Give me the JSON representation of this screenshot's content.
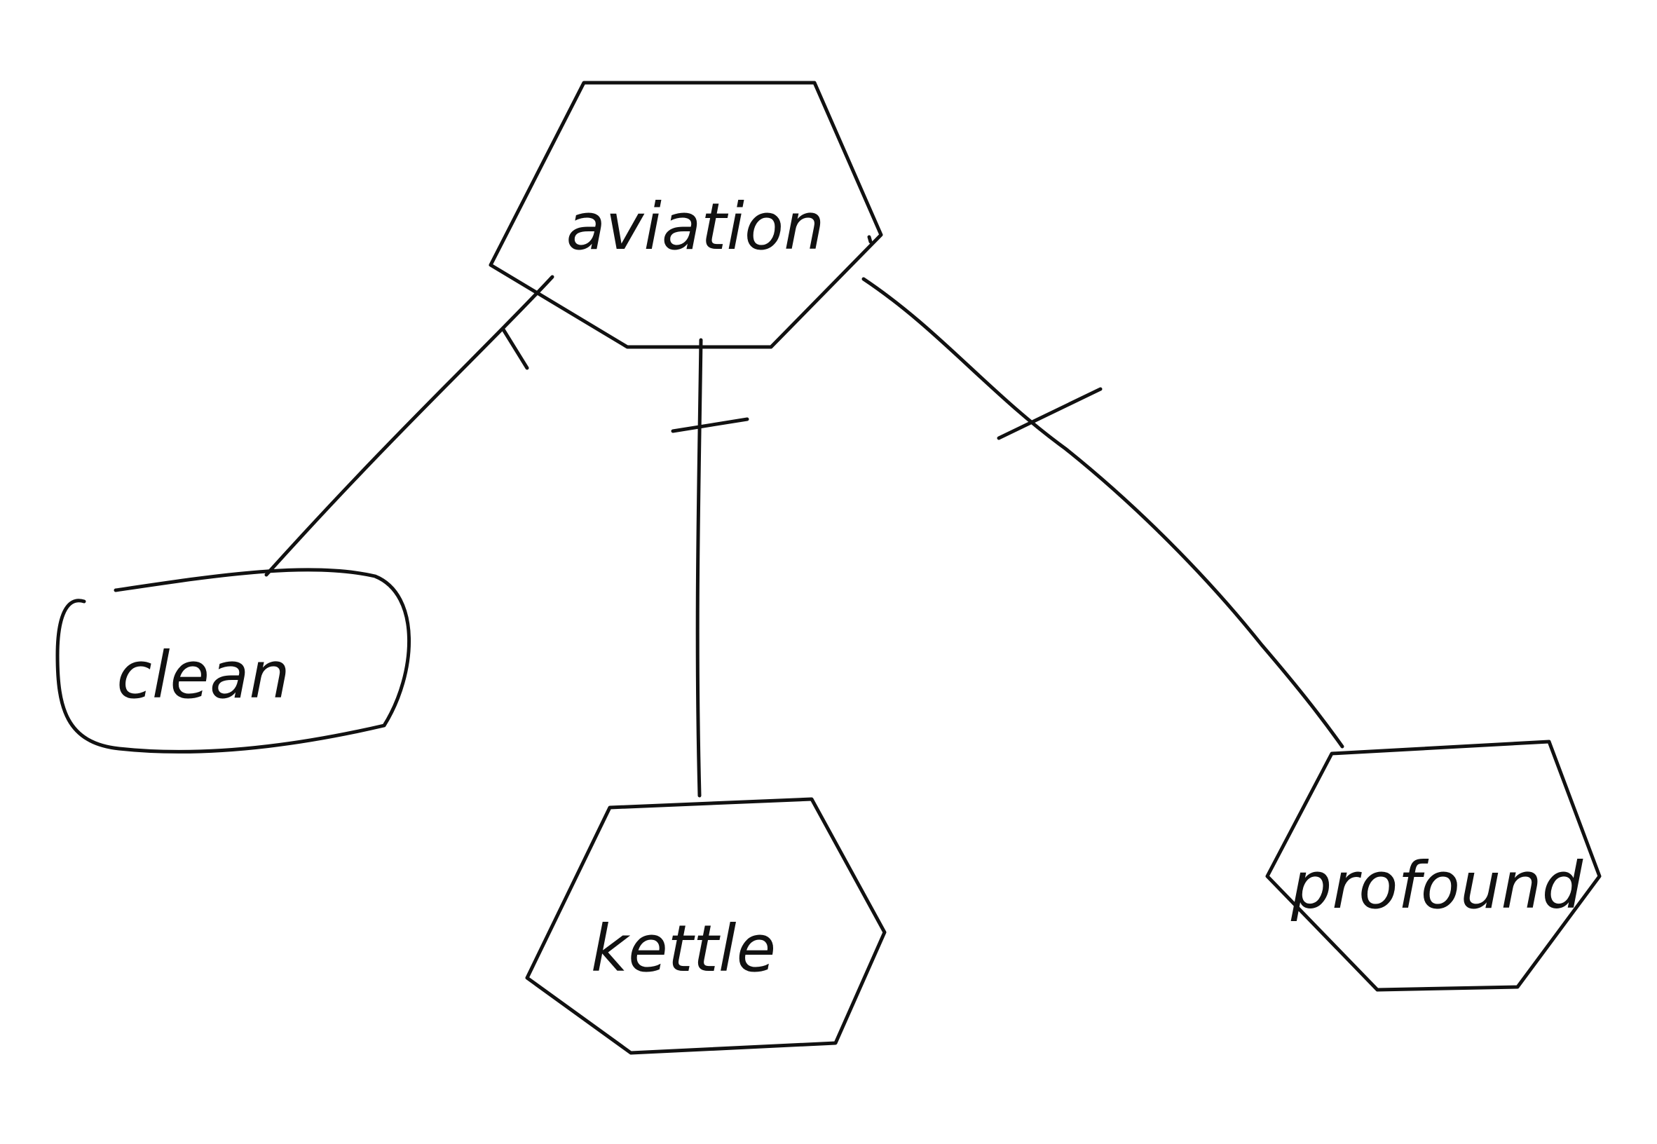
{
  "diagram": {
    "type": "hand-drawn hierarchy",
    "nodes": {
      "root": {
        "label": "aviation",
        "shape": "hexagon"
      },
      "children": [
        {
          "label": "clean",
          "shape": "rounded-rectangle"
        },
        {
          "label": "kettle",
          "shape": "hexagon"
        },
        {
          "label": "profound",
          "shape": "hexagon"
        }
      ]
    },
    "edges": [
      {
        "from": "aviation",
        "to": "clean",
        "style": "line with tick mark"
      },
      {
        "from": "aviation",
        "to": "kettle",
        "style": "line with tick mark"
      },
      {
        "from": "aviation",
        "to": "profound",
        "style": "line with tick mark"
      }
    ],
    "colors": {
      "ink": "#111111",
      "paper": "#ffffff"
    }
  }
}
